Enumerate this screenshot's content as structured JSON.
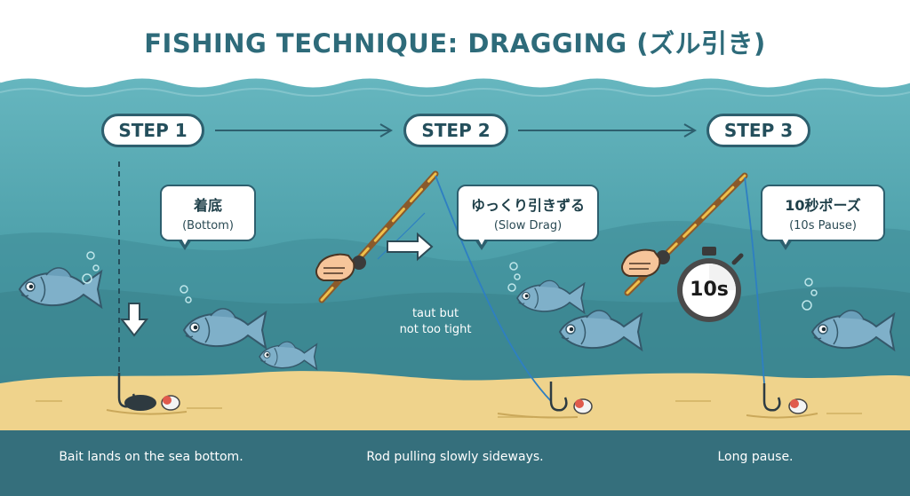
{
  "title": "FISHING TECHNIQUE: DRAGGING (ズル引き)",
  "steps": [
    {
      "label": "STEP 1",
      "jp": "着底",
      "en": "(Bottom)",
      "caption": "Bait lands on the sea bottom."
    },
    {
      "label": "STEP 2",
      "jp": "ゆっくり引きずる",
      "en": "(Slow Drag)",
      "caption": "Rod pulling slowly sideways."
    },
    {
      "label": "STEP 3",
      "jp": "10秒ポーズ",
      "en": "(10s Pause)",
      "caption": "Long pause."
    }
  ],
  "line_note": [
    "taut but",
    "not too tight"
  ],
  "timer_label": "10s",
  "colors": {
    "title": "#2e6b7a",
    "water_top": "#5fb0b9",
    "water_bottom": "#3f8f9a",
    "sand": "#efd38c",
    "footer": "#356f7c",
    "fish": "#7fb0c9",
    "line": "#2e7fc2"
  },
  "icons": [
    "down-arrow-icon",
    "right-arrow-icon",
    "stopwatch-icon",
    "hand-icon",
    "hook-icon",
    "sinker-icon",
    "bait-icon",
    "fish-icon"
  ]
}
